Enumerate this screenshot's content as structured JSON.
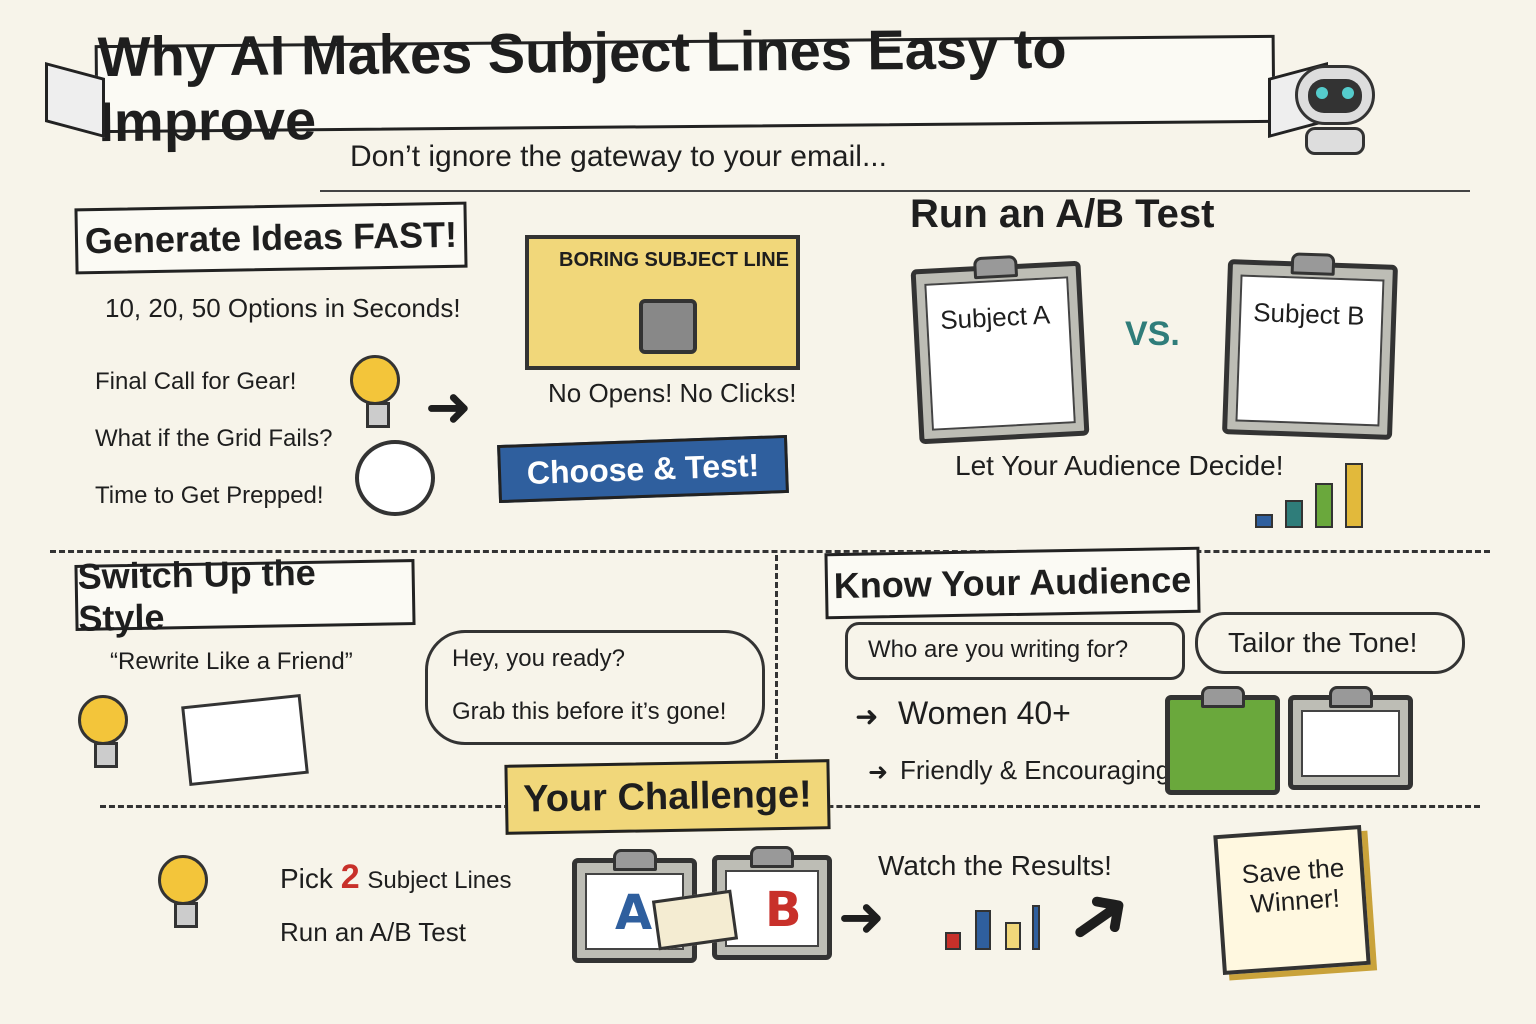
{
  "title": "Why AI Makes Subject Lines Easy to Improve",
  "subtitle": "Don’t ignore the gateway to your email...",
  "generate": {
    "heading": "Generate Ideas FAST!",
    "options": "10, 20, 50 Options in Seconds!",
    "bullets": [
      "Final Call for Gear!",
      "What if the Grid Fails?",
      "Time to Get Prepped!"
    ]
  },
  "envelope": {
    "label": "BORING SUBJECT LINE",
    "result": "No Opens! No Clicks!",
    "ribbon": "Choose & Test!"
  },
  "abtest": {
    "heading": "Run an A/B Test",
    "a": "Subject A",
    "vs": "VS.",
    "b": "Subject B",
    "caption": "Let Your Audience Decide!"
  },
  "style": {
    "heading": "Switch Up the Style",
    "prompt": "“Rewrite Like a Friend”",
    "examples": [
      "Hey, you ready?",
      "Grab this before it’s gone!"
    ]
  },
  "audience": {
    "heading": "Know Your Audience",
    "question": "Who are you writing for?",
    "tone": "Tailor the Tone!",
    "items": [
      "Women 40+",
      "Friendly & Encouraging"
    ]
  },
  "challenge": {
    "heading": "Your Challenge!",
    "steps_prefix": "Pick",
    "steps_number": "2",
    "steps_suffix": "Subject Lines",
    "step2": "Run an A/B Test",
    "a": "A",
    "b": "B",
    "watch": "Watch the Results!",
    "save": "Save the Winner!"
  },
  "colors": {
    "yellow": "#f1d77a",
    "blue": "#2f5f9e",
    "green": "#6aa83c",
    "teal": "#2f7d7a"
  }
}
